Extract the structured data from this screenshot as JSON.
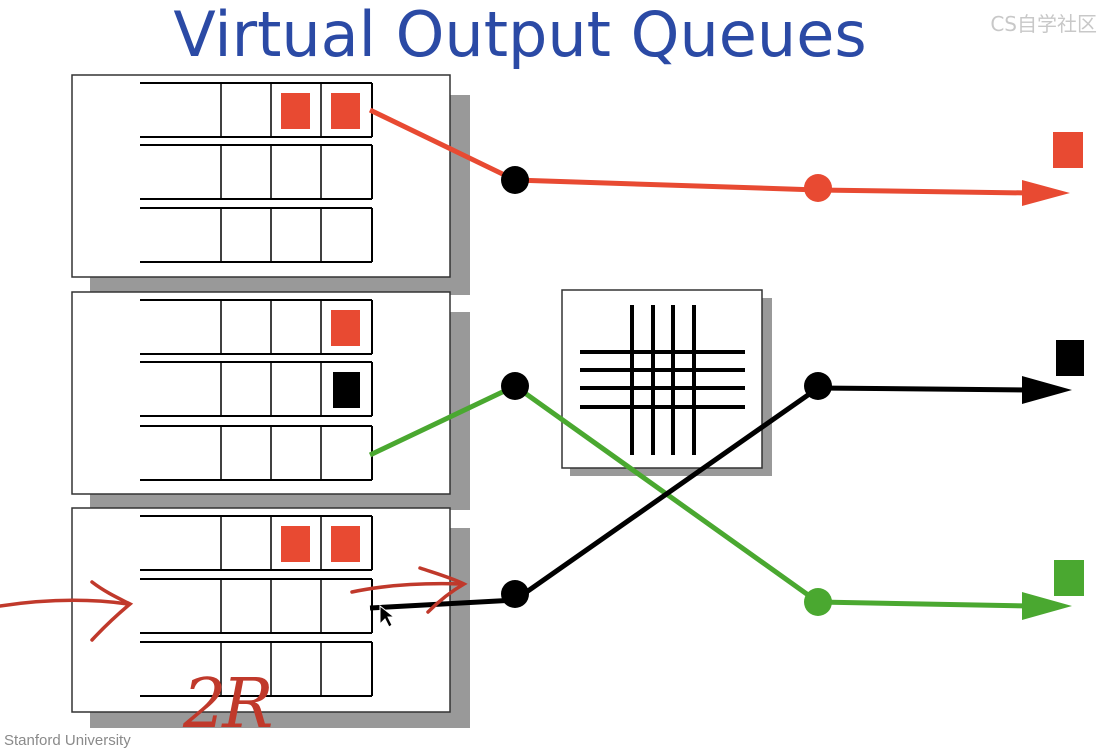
{
  "slide": {
    "title": "Virtual Output Queues",
    "footer": "Stanford University",
    "watermark": "CS自学社区",
    "annotation": "2R"
  },
  "diagram": {
    "input_ports": [
      {
        "name": "input-port-1",
        "voqs": [
          {
            "output": "red",
            "cells": [
              "red",
              "red"
            ]
          },
          {
            "output": "black",
            "cells": []
          },
          {
            "output": "green",
            "cells": []
          }
        ],
        "link_color": "red"
      },
      {
        "name": "input-port-2",
        "voqs": [
          {
            "output": "red",
            "cells": [
              "red"
            ]
          },
          {
            "output": "black",
            "cells": [
              "black"
            ]
          },
          {
            "output": "green",
            "cells": []
          }
        ],
        "link_color": "green"
      },
      {
        "name": "input-port-3",
        "voqs": [
          {
            "output": "red",
            "cells": [
              "red",
              "red"
            ]
          },
          {
            "output": "black",
            "cells": []
          },
          {
            "output": "green",
            "cells": []
          }
        ],
        "link_color": "black"
      }
    ],
    "output_ports": [
      {
        "name": "output-red",
        "color": "red"
      },
      {
        "name": "output-black",
        "color": "black"
      },
      {
        "name": "output-green",
        "color": "green"
      }
    ],
    "connections": [
      {
        "from": "input-port-1",
        "to": "output-red"
      },
      {
        "from": "input-port-2",
        "to": "output-green"
      },
      {
        "from": "input-port-3",
        "to": "output-black"
      }
    ],
    "crossbar_icon": "crossbar-switch-icon"
  },
  "colors": {
    "title": "#2b4aa5",
    "red": "#e84a32",
    "green": "#4aa830",
    "black": "#000000",
    "annotation": "#c0392b"
  }
}
